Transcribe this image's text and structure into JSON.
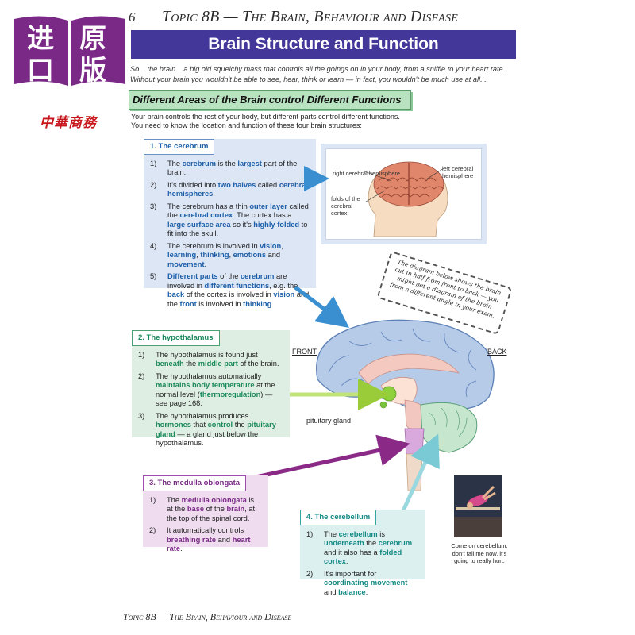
{
  "publisher": {
    "logo_chars": [
      "进",
      "原",
      "口",
      "版"
    ],
    "subtitle": "中華商務"
  },
  "page_number_partial": "6",
  "topic_header": "Topic 8B — The Brain, Behaviour and Disease",
  "title": "Brain Structure and Function",
  "intro": [
    "So... the brain... a big old squelchy mass that controls all the goings on in your body, from a sniffle to your heart rate.",
    "Without your brain you wouldn't be able to see, hear, think or learn — in fact, you wouldn't be much use at all..."
  ],
  "section_heading": "Different Areas of the Brain control Different Functions",
  "lead": {
    "line1": "Your brain controls the rest of your body, but different parts control different functions.",
    "line2": "You need to know the location and function of these four brain structures:"
  },
  "cerebrum_box": {
    "heading": "1. The cerebrum",
    "items": [
      {
        "n": "1)",
        "html": "The <span class='hl'>cerebrum</span> is the <span class='hl'>largest</span> part of the brain."
      },
      {
        "n": "2)",
        "html": "It's divided into <span class='hl'>two halves</span> called <span class='hl'>cerebral hemispheres</span>."
      },
      {
        "n": "3)",
        "html": "The cerebrum has a thin <span class='hl'>outer layer</span> called the <span class='hl'>cerebral cortex</span>. The cortex has a <span class='hl'>large surface area</span> so it's <span class='hl'>highly folded</span> to fit into the skull."
      },
      {
        "n": "4)",
        "html": "The cerebrum is involved in <span class='hl'>vision</span>, <span class='hl'>learning</span>, <span class='hl'>thinking</span>, <span class='hl'>emotions</span> and <span class='hl'>movement</span>."
      },
      {
        "n": "5)",
        "html": "<span class='hl'>Different parts</span> of the <span class='hl'>cerebrum</span> are involved in <span class='hl'>different functions</span>, e.g. the <span class='hl'>back</span> of the cortex is involved in <span class='hl'>vision</span> and the <span class='hl'>front</span> is involved in <span class='hl'>thinking</span>."
      }
    ]
  },
  "head_diagram_labels": {
    "right": "right cerebral hemisphere",
    "left": "left cerebral hemisphere",
    "folds": "folds of the cerebral cortex"
  },
  "note": "The diagram below shows the brain cut in half from front to back — you might get a diagram of the brain from a different angle in your exam.",
  "diagram_labels": {
    "front": "FRONT",
    "back": "BACK",
    "pituitary": "pituitary gland"
  },
  "hypothalamus_box": {
    "heading": "2. The hypothalamus",
    "items": [
      {
        "n": "1)",
        "html": "The hypothalamus is found just <span class='hl'>beneath</span> the <span class='hl'>middle part</span> of the brain."
      },
      {
        "n": "2)",
        "html": "The hypothalamus automatically <span class='hl'>maintains body temperature</span> at the normal level (<span class='hl'>thermoregulation</span>) — see page 168."
      },
      {
        "n": "3)",
        "html": "The hypothalamus produces <span class='hl'>hormones</span> that <span class='hl'>control</span> the <span class='hl'>pituitary gland</span> — a gland just below the hypothalamus."
      }
    ]
  },
  "medulla_box": {
    "heading": "3. The medulla oblongata",
    "items": [
      {
        "n": "1)",
        "html": "The <span class='hl'>medulla oblongata</span> is at the <span class='hl'>base</span> of the <span class='hl'>brain</span>, at the top of the spinal cord."
      },
      {
        "n": "2)",
        "html": "It automatically controls <span class='hl'>breathing rate</span> and <span class='hl'>heart rate</span>."
      }
    ]
  },
  "cerebellum_box": {
    "heading": "4. The cerebellum",
    "items": [
      {
        "n": "1)",
        "html": "The <span class='hl'>cerebellum</span> is <span class='hl'>underneath</span> the <span class='hl'>cerebrum</span> and it also has a <span class='hl'>folded cortex</span>."
      },
      {
        "n": "2)",
        "html": "It's important for <span class='hl'>coordinating movement</span> and <span class='hl'>balance</span>."
      }
    ]
  },
  "photo_caption": "Come on cerebellum, don't fail me now, it's going to really hurt.",
  "footer": "Topic 8B — The Brain, Behaviour and Disease",
  "colors": {
    "title_bar": "#43379a",
    "section_bar": "#b9e2c0",
    "cerebrum": "#1d5fa8",
    "hypothalamus": "#1b8a5a",
    "medulla": "#7a2a86",
    "cerebellum": "#138a84"
  }
}
